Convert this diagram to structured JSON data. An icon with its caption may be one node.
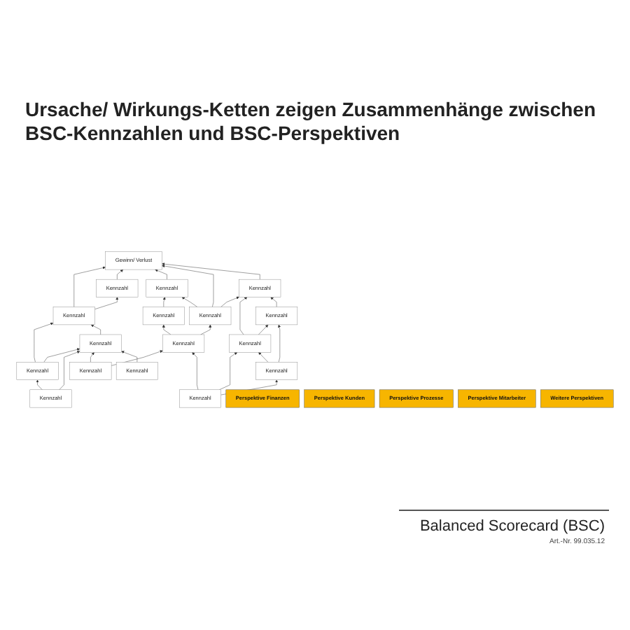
{
  "diagram": {
    "title": "Ursache/ Wirkungs-Ketten zeigen Zusammenhänge zwischen BSC-Kennzahlen und BSC-Perspektiven",
    "nodes": [
      {
        "text": [
          "Gewinn/ Verlust"
        ]
      },
      {
        "text": [
          "Kennzahl"
        ]
      },
      {
        "text": [
          "Kennzahl"
        ]
      },
      {
        "text": [
          "Kennzahl"
        ]
      },
      {
        "text": [
          "Kennzahl"
        ]
      },
      {
        "text": [
          "Kennzahl"
        ]
      },
      {
        "text": [
          "Kennzahl"
        ]
      },
      {
        "text": [
          "Kennzahl"
        ]
      },
      {
        "text": [
          "Kennzahl"
        ]
      },
      {
        "text": [
          "Kennzahl"
        ]
      },
      {
        "text": [
          "Kennzahl"
        ]
      },
      {
        "text": [
          "Kennzahl"
        ]
      },
      {
        "text": [
          "Kennzahl"
        ]
      },
      {
        "text": [
          "Kennzahl"
        ]
      },
      {
        "text": [
          "Kennzahl"
        ]
      },
      {
        "text": [
          "Kennzahl"
        ]
      },
      {
        "text": [
          "Kennzahl"
        ]
      },
      {
        "text": [
          "Perspektive Finanzen"
        ]
      },
      {
        "text": [
          "Perspektive Kunden"
        ]
      },
      {
        "text": [
          "Perspektive Prozesse"
        ]
      },
      {
        "text": [
          "Perspektive Mitarbeiter"
        ]
      },
      {
        "text": [
          "Weitere Perspektiven"
        ]
      }
    ],
    "edges": [
      {
        "from": 4,
        "to": 0,
        "arrow": "to"
      },
      {
        "from": 1,
        "to": 0,
        "arrow": "to"
      },
      {
        "from": 2,
        "to": 0,
        "arrow": "to"
      },
      {
        "from": 6,
        "to": 0,
        "arrow": "to"
      },
      {
        "from": 3,
        "to": 0,
        "arrow": "to"
      },
      {
        "from": 4,
        "to": 1,
        "arrow": "to"
      },
      {
        "from": 5,
        "to": 2,
        "arrow": "to"
      },
      {
        "from": 6,
        "to": 2,
        "arrow": "to"
      },
      {
        "from": 6,
        "to": 3,
        "arrow": "to"
      },
      {
        "from": 10,
        "to": 3,
        "arrow": "to"
      },
      {
        "from": 7,
        "to": 3,
        "arrow": "to"
      },
      {
        "from": 11,
        "to": 4,
        "arrow": "to"
      },
      {
        "from": 8,
        "to": 4,
        "arrow": "to"
      },
      {
        "from": 9,
        "to": 5,
        "arrow": "to"
      },
      {
        "from": 9,
        "to": 6,
        "arrow": "to"
      },
      {
        "from": 10,
        "to": 7,
        "arrow": "to"
      },
      {
        "from": 14,
        "to": 7,
        "arrow": "to"
      },
      {
        "from": 11,
        "to": 8,
        "arrow": "to"
      },
      {
        "from": 15,
        "to": 8,
        "arrow": "to"
      },
      {
        "from": 12,
        "to": 8,
        "arrow": "to"
      },
      {
        "from": 16,
        "to": 8,
        "arrow": "to"
      },
      {
        "from": 12,
        "to": 9,
        "arrow": "to"
      },
      {
        "from": 13,
        "to": 9,
        "arrow": "to"
      },
      {
        "from": 13,
        "to": 10,
        "arrow": "to"
      },
      {
        "from": 14,
        "to": 10,
        "arrow": "to"
      },
      {
        "from": 15,
        "to": 11,
        "arrow": "to"
      },
      {
        "from": 13,
        "to": 14,
        "arrow": "to"
      }
    ],
    "labels": [
      "Balanced Scorecard (BSC)",
      "Art.-Nr. 99.035.12"
    ]
  }
}
